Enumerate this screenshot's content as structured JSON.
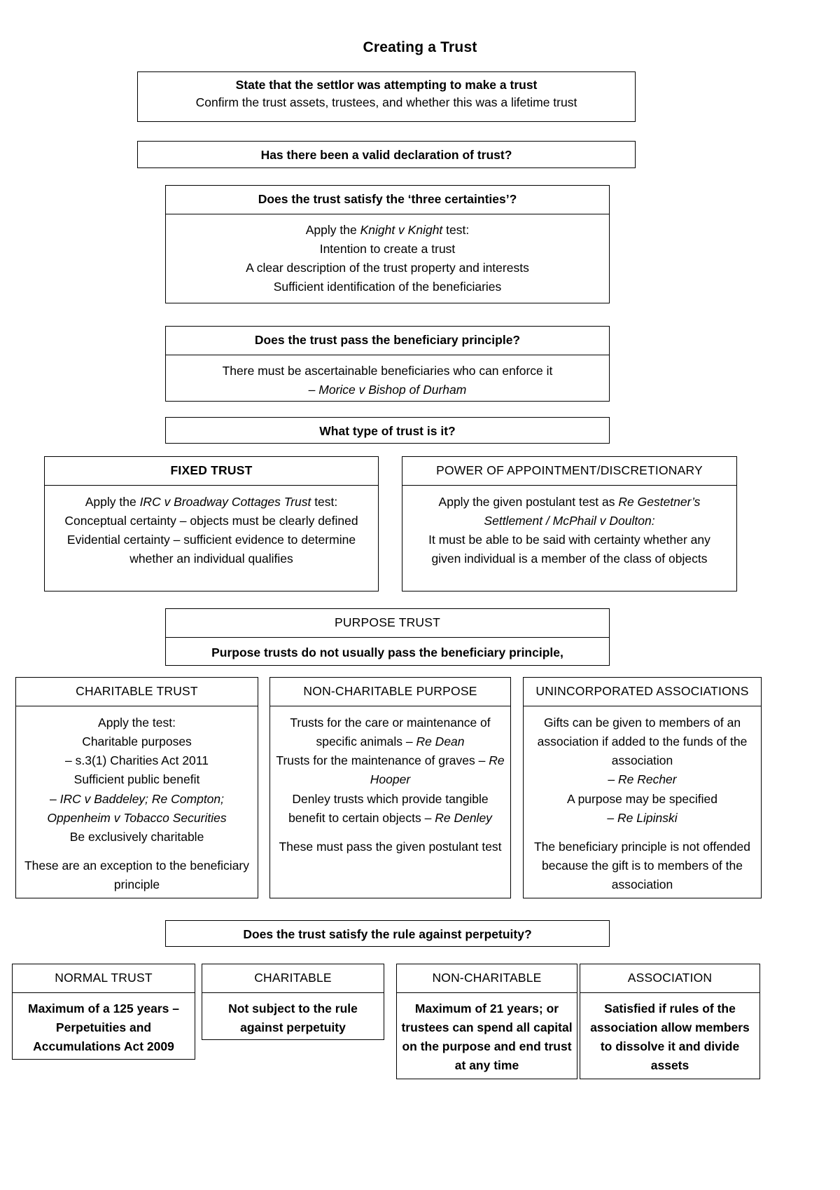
{
  "title": "Creating a Trust",
  "nodes": {
    "step1": {
      "header_line1": "State that the settlor was attempting to make a trust",
      "header_line2": "Confirm the trust assets, trustees, and whether this was a lifetime trust"
    },
    "step2": {
      "header": "Has there been a valid declaration of trust?"
    },
    "three_certainties": {
      "header": "Does the trust satisfy the ‘three certainties’?",
      "lines": [
        "Apply the Knight v Knight test:",
        "Intention to create a trust",
        "A clear description of the trust property and interests",
        "Sufficient identification of the beneficiaries"
      ],
      "italic_terms": [
        "Knight v Knight"
      ]
    },
    "beneficiary_principle": {
      "header": "Does the trust pass the beneficiary principle?",
      "lines": [
        "There must be ascertainable beneficiaries who can enforce it",
        "– Morice v Bishop of Durham"
      ],
      "italic_terms": [
        "Morice v Bishop of Durham"
      ]
    },
    "trust_type": {
      "header": "What type of trust is it?"
    },
    "fixed_trust": {
      "header": "FIXED TRUST",
      "lines": [
        "Apply the IRC v Broadway Cottages Trust test:",
        "Conceptual certainty – objects must be clearly defined",
        "Evidential certainty – sufficient evidence to determine whether an individual qualifies"
      ],
      "italic_terms": [
        "IRC v Broadway Cottages Trust"
      ]
    },
    "power_of_appointment": {
      "header": "POWER OF APPOINTMENT/DISCRETIONARY",
      "lines": [
        "Apply the given postulant test as Re Gestetner’s Settlement / McPhail v Doulton:",
        "It must be able to be said with certainty whether any given individual is a member of the class of objects"
      ],
      "italic_terms": [
        "Re Gestetner’s Settlement / McPhail v Doulton"
      ]
    },
    "purpose_trust": {
      "header": "PURPOSE TRUST",
      "body": "Purpose trusts do not usually pass the beneficiary principle,"
    },
    "charitable_trust": {
      "header": "CHARITABLE TRUST",
      "lines": [
        "Apply the test:",
        "Charitable purposes",
        "– s.3(1) Charities Act 2011",
        "Sufficient public benefit",
        "– IRC v Baddeley; Re Compton; Oppenheim v Tobacco Securities",
        "Be exclusively charitable"
      ],
      "closing": "These are an exception to the beneficiary principle",
      "italic_terms": [
        "IRC v Baddeley; Re Compton; Oppenheim v Tobacco Securities"
      ]
    },
    "non_charitable_purpose": {
      "header": "NON-CHARITABLE PURPOSE",
      "lines": [
        "Trusts for the care or maintenance of specific animals – Re Dean",
        "Trusts for the maintenance of graves – Re Hooper",
        "Denley trusts which provide tangible benefit to certain objects – Re Denley"
      ],
      "closing": "These must pass the given postulant test",
      "italic_terms": [
        "Re Dean",
        "Re Hooper",
        "Re Denley"
      ]
    },
    "unincorporated_associations": {
      "header": "UNINCORPORATED ASSOCIATIONS",
      "lines": [
        "Gifts can be given to members of an association if added to the funds of the association",
        "– Re Recher",
        "A purpose may be specified",
        "– Re Lipinski"
      ],
      "closing": "The beneficiary principle is not offended because the gift is to members of the association",
      "italic_terms": [
        "Re Recher",
        "Re Lipinski"
      ]
    },
    "perpetuity": {
      "header": "Does the trust satisfy the rule against perpetuity?"
    },
    "normal_trust": {
      "header": "NORMAL TRUST",
      "body": "Maximum of a 125 years – Perpetuities and Accumulations Act 2009"
    },
    "charitable_perpetuity": {
      "header": "CHARITABLE",
      "body": "Not subject to the rule against perpetuity"
    },
    "non_charitable_perpetuity": {
      "header": "NON-CHARITABLE",
      "body": "Maximum of 21 years; or trustees can spend all capital on the purpose and end trust at any time"
    },
    "association_perpetuity": {
      "header": "ASSOCIATION",
      "body": "Satisfied if rules of the association allow members to dissolve it and divide assets"
    }
  },
  "colors": {
    "border": "#000000",
    "text": "#000000",
    "background": "#ffffff"
  }
}
